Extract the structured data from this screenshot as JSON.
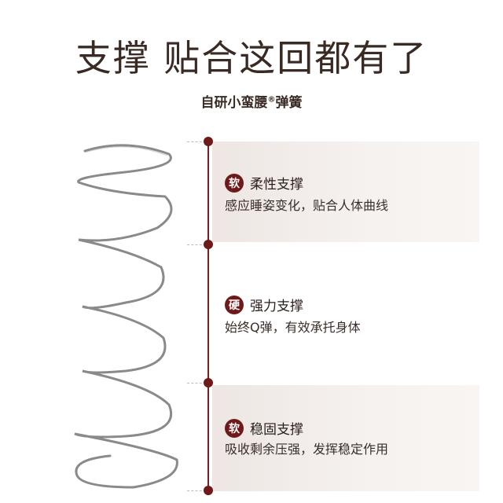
{
  "title": "支撑 贴合这回都有了",
  "subtitle": {
    "text": "自研小蛮腰",
    "reg": "®",
    "suffix": "弹簧"
  },
  "features": [
    {
      "badge": "软",
      "heading": "柔性支撑",
      "desc": "感应睡姿变化，贴合人体曲线"
    },
    {
      "badge": "硬",
      "heading": "强力支撑",
      "desc": "始终Q弹，有效承托身体"
    },
    {
      "badge": "软",
      "heading": "稳固支撑",
      "desc": "吸收剩余压强，发挥稳定作用"
    }
  ],
  "colors": {
    "accent": "#6e1a1a",
    "text": "#3a2a24",
    "panel": "#ede6e3"
  },
  "icons": [
    "spring-coil-icon"
  ]
}
